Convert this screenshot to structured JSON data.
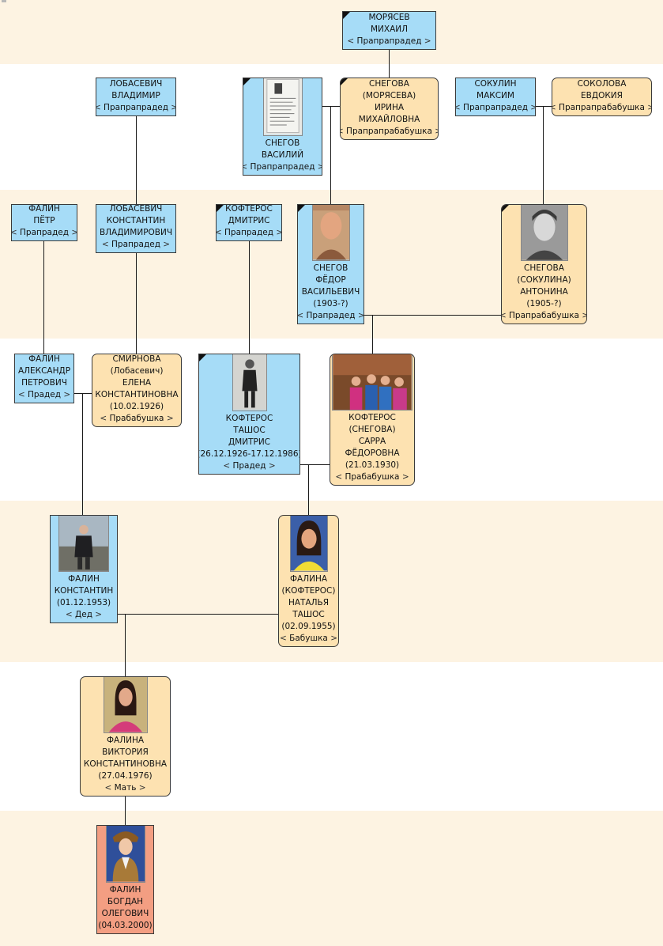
{
  "window": {
    "marker": ""
  },
  "chart_data": {
    "type": "table",
    "persons": {
      "morjasev_mikhail": {
        "sex": "male",
        "lines": [
          "МОРЯСЕВ",
          "МИХАИЛ"
        ],
        "relation": "Прапрапрадед",
        "deceased": true,
        "photo": false
      },
      "lobasevich_vladimir": {
        "sex": "male",
        "lines": [
          "ЛОБАСЕВИЧ",
          "ВЛАДИМИР"
        ],
        "relation": "Прапрапрадед",
        "deceased": false,
        "photo": false
      },
      "snegov_vasilij": {
        "sex": "male",
        "lines": [
          "СНЕГОВ",
          "ВАСИЛИЙ"
        ],
        "relation": "Прапрапрадед",
        "deceased": true,
        "photo": true
      },
      "snegova_irina": {
        "sex": "female",
        "lines": [
          "СНЕГОВА",
          "(МОРЯСЕВА)",
          "ИРИНА",
          "МИХАЙЛОВНА"
        ],
        "relation": "Прапрапрабабушка",
        "deceased": true,
        "photo": false
      },
      "sokulin_maksim": {
        "sex": "male",
        "lines": [
          "СОКУЛИН",
          "МАКСИМ"
        ],
        "relation": "Прапрапрадед",
        "deceased": false,
        "photo": false
      },
      "sokolova_evdokija": {
        "sex": "female",
        "lines": [
          "СОКОЛОВА",
          "ЕВДОКИЯ"
        ],
        "relation": "Прапрапрабабушка",
        "deceased": false,
        "photo": false
      },
      "falin_petr": {
        "sex": "male",
        "lines": [
          "ФАЛИН",
          "ПЁТР"
        ],
        "relation": "Прапрадед",
        "deceased": false,
        "photo": false
      },
      "lobasevich_konstantin": {
        "sex": "male",
        "lines": [
          "ЛОБАСЕВИЧ",
          "КОНСТАНТИН",
          "ВЛАДИМИРОВИЧ"
        ],
        "relation": "Прапрадед",
        "deceased": false,
        "photo": false
      },
      "kofteros_dmitris": {
        "sex": "male",
        "lines": [
          "КОФТЕРОС",
          "ДМИТРИС"
        ],
        "relation": "Прапрадед",
        "deceased": true,
        "photo": false
      },
      "snegov_fedor": {
        "sex": "male",
        "lines": [
          "СНЕГОВ",
          "ФЁДОР",
          "ВАСИЛЬЕВИЧ",
          "(1903-?)"
        ],
        "relation": "Прапрадед",
        "deceased": true,
        "photo": true
      },
      "snegova_antonina": {
        "sex": "female",
        "lines": [
          "СНЕГОВА",
          "(СОКУЛИНА)",
          "АНТОНИНА",
          "(1905-?)"
        ],
        "relation": "Прапрабабушка",
        "deceased": true,
        "photo": true
      },
      "falin_aleksandr": {
        "sex": "male",
        "lines": [
          "ФАЛИН",
          "АЛЕКСАНДР",
          "ПЕТРОВИЧ"
        ],
        "relation": "Прадед",
        "deceased": false,
        "photo": false
      },
      "smirnova_elena": {
        "sex": "female",
        "lines": [
          "СМИРНОВА",
          "(Лобасевич)",
          "ЕЛЕНА",
          "КОНСТАНТИНОВНА",
          "(10.02.1926)"
        ],
        "relation": "Прабабушка",
        "deceased": false,
        "photo": false
      },
      "kofteros_tashos": {
        "sex": "male",
        "lines": [
          "КОФТЕРОС",
          "ТАШОС",
          "ДМИТРИС",
          "(26.12.1926-17.12.1986)"
        ],
        "relation": "Прадед",
        "deceased": true,
        "photo": true
      },
      "kofteros_sarra": {
        "sex": "female",
        "lines": [
          "КОФТЕРОС",
          "(СНЕГОВА)",
          "САРРА",
          "ФЁДОРОВНА",
          "(21.03.1930)"
        ],
        "relation": "Прабабушка",
        "deceased": false,
        "photo": true
      },
      "falin_konstantin": {
        "sex": "male",
        "lines": [
          "ФАЛИН",
          "КОНСТАНТИН",
          "(01.12.1953)"
        ],
        "relation": "Дед",
        "deceased": false,
        "photo": true
      },
      "falina_natalja": {
        "sex": "female",
        "lines": [
          "ФАЛИНА",
          "(КОФТЕРОС)",
          "НАТАЛЬЯ",
          "ТАШОС",
          "(02.09.1955)"
        ],
        "relation": "Бабушка",
        "deceased": false,
        "photo": true
      },
      "falina_viktorija": {
        "sex": "female",
        "lines": [
          "ФАЛИНА",
          "ВИКТОРИЯ",
          "КОНСТАНТИНОВНА",
          "(27.04.1976)"
        ],
        "relation": "Мать",
        "deceased": false,
        "photo": true
      },
      "falin_bogdan": {
        "sex": "self",
        "lines": [
          "ФАЛИН",
          "БОГДАН",
          "ОЛЕГОВИЧ",
          "(04.03.2000)"
        ],
        "relation": "",
        "deceased": false,
        "photo": true
      }
    },
    "edges": [
      [
        "morjasev_mikhail",
        "snegova_irina"
      ],
      [
        "lobasevich_vladimir",
        "lobasevich_konstantin"
      ],
      [
        "snegov_vasilij+snegova_irina",
        "snegov_fedor"
      ],
      [
        "sokulin_maksim+sokolova_evdokija",
        "snegova_antonina"
      ],
      [
        "falin_petr",
        "falin_aleksandr"
      ],
      [
        "lobasevich_konstantin",
        "smirnova_elena"
      ],
      [
        "kofteros_dmitris",
        "kofteros_tashos"
      ],
      [
        "snegov_fedor+snegova_antonina",
        "kofteros_sarra"
      ],
      [
        "falin_aleksandr+smirnova_elena",
        "falin_konstantin"
      ],
      [
        "kofteros_tashos+kofteros_sarra",
        "falina_natalja"
      ],
      [
        "falin_konstantin+falina_natalja",
        "falina_viktorija"
      ],
      [
        "falina_viktorija",
        "falin_bogdan"
      ]
    ]
  },
  "colors": {
    "male": "#a6dcf7",
    "female": "#fde2b1",
    "self": "#f39e82",
    "band": "#fdf3e2",
    "line": "#1a1a1a"
  }
}
